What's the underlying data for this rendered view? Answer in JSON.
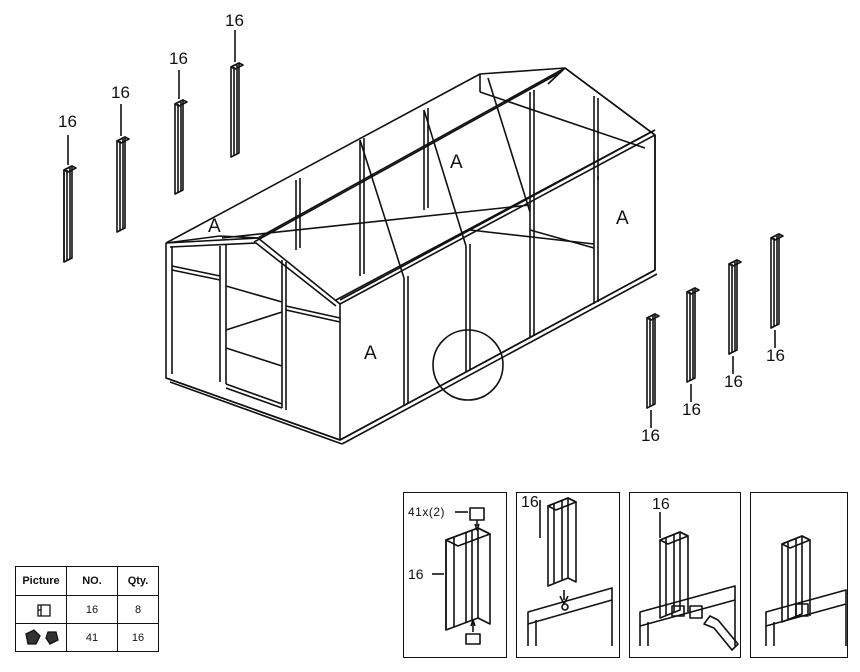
{
  "diagram": {
    "part_labels": {
      "post_top_1": "16",
      "post_top_2": "16",
      "post_top_3": "16",
      "post_top_4": "16",
      "post_right_1": "16",
      "post_right_2": "16",
      "post_right_3": "16",
      "post_right_4": "16"
    },
    "panel_labels": {
      "front_gable": "A",
      "roof_back": "A",
      "right_gable": "A",
      "side_panel": "A"
    },
    "steps": {
      "step1_bolt_label": "41x(2)",
      "step1_post_label": "16",
      "step2_post_label": "16",
      "step3_post_label": "16"
    }
  },
  "parts_table": {
    "headers": [
      "Picture",
      "NO.",
      "Qty."
    ],
    "rows": [
      {
        "picture_icon": "profile-icon",
        "no": "16",
        "qty": "8"
      },
      {
        "picture_icon": "bolt-nut-icon",
        "no": "41",
        "qty": "16"
      }
    ]
  }
}
